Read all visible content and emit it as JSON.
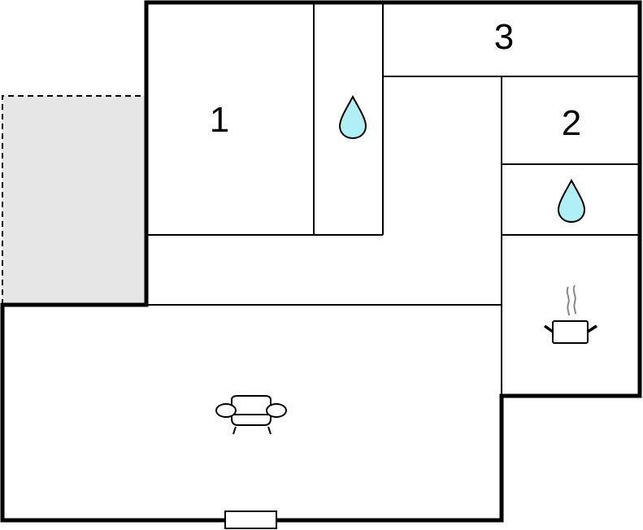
{
  "floorplan": {
    "rooms": [
      {
        "label": "1",
        "type": "bedroom"
      },
      {
        "label": "2",
        "type": "bedroom"
      },
      {
        "label": "3",
        "type": "bedroom"
      }
    ],
    "icons": [
      "water-drop-icon",
      "water-drop-icon",
      "cooking-pot-icon",
      "sofa-icon",
      "window-icon"
    ],
    "colors": {
      "wall": "#000000",
      "terrace": "#e6e6e6",
      "water": "#aef0f6",
      "steam": "#888888"
    }
  }
}
